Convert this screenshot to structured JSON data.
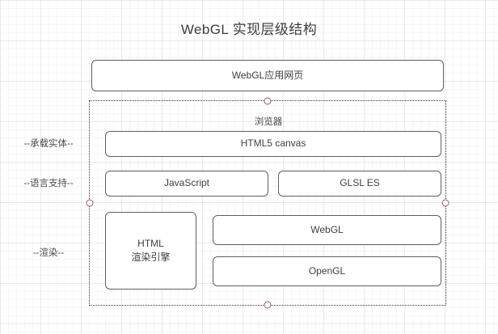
{
  "diagram": {
    "title": "WebGL 实现层级结构",
    "background": "graph-paper-grid",
    "accent_handle_color": "#9e5b5b",
    "node_border_color": "#5b5f63",
    "text_color": "#3f3f3f"
  },
  "side_labels": [
    {
      "name": "carrier-entity",
      "text": "--承载实体--"
    },
    {
      "name": "language-support",
      "text": "--语言支持--"
    },
    {
      "name": "rendering",
      "text": "--渲染--"
    }
  ],
  "nodes": {
    "webpage": "WebGL应用网页",
    "browser_group": "浏览器",
    "canvas": "HTML5 canvas",
    "javascript": "JavaScript",
    "glsl": "GLSL ES",
    "html_engine_line1": "HTML",
    "html_engine_line2": "渲染引擎",
    "webgl": "WebGL",
    "opengl": "OpenGL"
  },
  "handles": [
    {
      "name": "handle-top",
      "position": "top-center"
    },
    {
      "name": "handle-bottom",
      "position": "bottom-center"
    },
    {
      "name": "handle-left",
      "position": "left-middle"
    },
    {
      "name": "handle-right",
      "position": "right-middle"
    }
  ]
}
